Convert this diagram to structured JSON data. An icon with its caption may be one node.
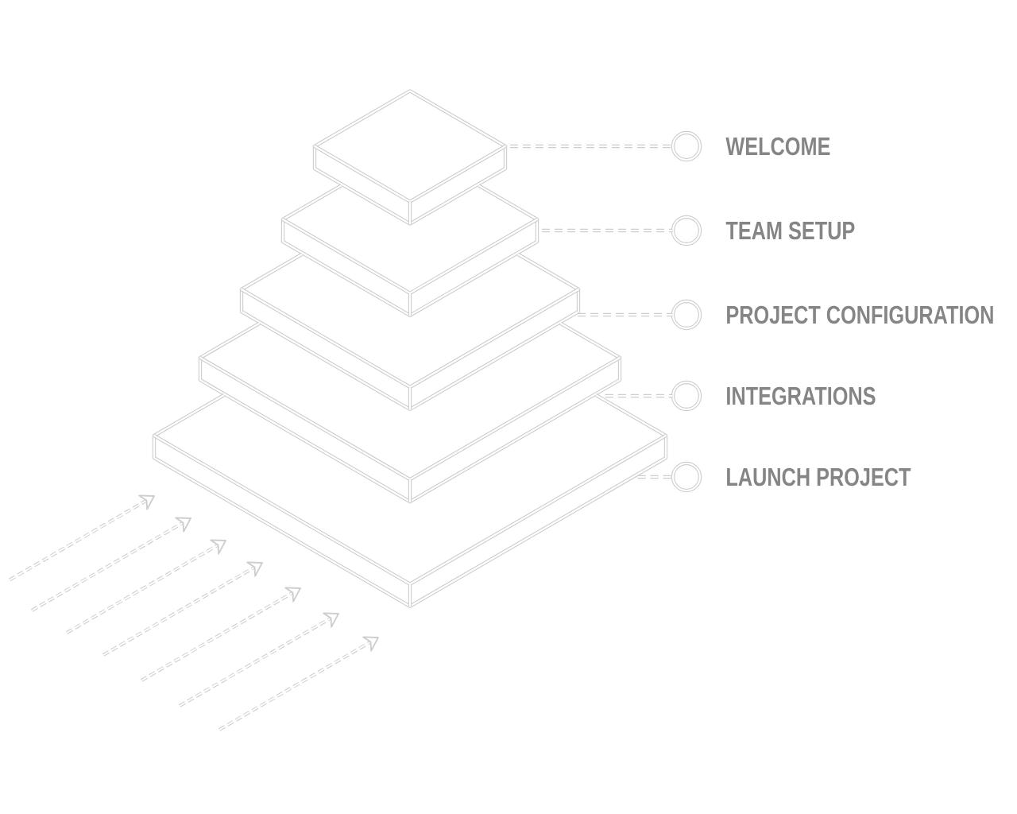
{
  "diagram": {
    "nodes": [
      {
        "text": [],
        "shape": "box"
      },
      {
        "text": [],
        "shape": "box"
      },
      {
        "text": [],
        "shape": "box"
      },
      {
        "text": [],
        "shape": "box"
      },
      {
        "text": [],
        "shape": "box"
      },
      {
        "text": [],
        "shape": "circle",
        "beside": [
          "WELCOME"
        ]
      },
      {
        "text": [],
        "shape": "circle",
        "beside": [
          "TEAM SETUP"
        ]
      },
      {
        "text": [],
        "shape": "circle",
        "beside": [
          "PROJECT CONFIGURATION"
        ]
      },
      {
        "text": [],
        "shape": "circle",
        "beside": [
          "INTEGRATIONS"
        ]
      },
      {
        "text": [],
        "shape": "circle",
        "beside": [
          "LAUNCH PROJECT"
        ]
      }
    ],
    "edges": [
      {
        "from": 0,
        "to": 5,
        "arrow": "none",
        "style": "dashed"
      },
      {
        "from": 1,
        "to": 6,
        "arrow": "none",
        "style": "dashed"
      },
      {
        "from": 2,
        "to": 7,
        "arrow": "none",
        "style": "dashed"
      },
      {
        "from": 3,
        "to": 8,
        "arrow": "none",
        "style": "dashed"
      },
      {
        "from": 4,
        "to": 9,
        "arrow": "none",
        "style": "dashed"
      }
    ]
  }
}
